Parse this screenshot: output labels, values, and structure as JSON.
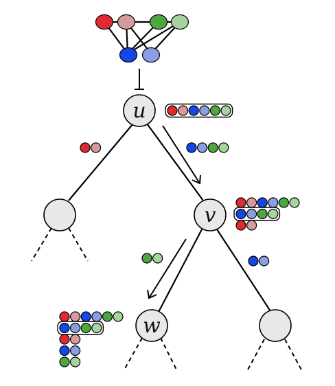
{
  "colors": {
    "red": "#e02a33",
    "pink": "#d59b9c",
    "blue": "#1448e4",
    "lightblue": "#8a9fe3",
    "green": "#4ca73e",
    "lightgreen": "#a9d2a1",
    "node_fill": "#e8e8e8"
  },
  "nodes": {
    "u": {
      "label": "u"
    },
    "v": {
      "label": "v"
    },
    "w": {
      "label": "w"
    }
  },
  "graph": {
    "top_row": [
      "red",
      "pink",
      "green",
      "lightgreen"
    ],
    "bottom_row": [
      "blue",
      "lightblue"
    ]
  },
  "edge_sets": {
    "u_left": [
      "red",
      "pink"
    ],
    "u_right": [
      "blue",
      "lightblue",
      "green",
      "lightgreen"
    ],
    "v_left": [
      "green",
      "lightgreen"
    ],
    "v_right": [
      "blue",
      "lightblue"
    ]
  },
  "node_sets": {
    "u": [
      {
        "colors": [
          "red",
          "pink",
          "blue",
          "lightblue",
          "green",
          "lightgreen"
        ],
        "boxed": true
      }
    ],
    "v": [
      {
        "colors": [
          "red",
          "pink",
          "blue",
          "lightblue",
          "green",
          "lightgreen"
        ],
        "boxed": false
      },
      {
        "colors": [
          "blue",
          "lightblue",
          "green",
          "lightgreen"
        ],
        "boxed": true
      },
      {
        "colors": [
          "red",
          "pink"
        ],
        "boxed": false
      }
    ],
    "w": [
      {
        "colors": [
          "red",
          "pink",
          "blue",
          "lightblue",
          "green",
          "lightgreen"
        ],
        "boxed": false
      },
      {
        "colors": [
          "blue",
          "lightblue",
          "green",
          "lightgreen"
        ],
        "boxed": true
      },
      {
        "colors": [
          "red",
          "pink"
        ],
        "boxed": false
      },
      {
        "colors": [
          "blue",
          "lightblue"
        ],
        "boxed": false
      },
      {
        "colors": [
          "green",
          "lightgreen"
        ],
        "boxed": false
      }
    ]
  }
}
